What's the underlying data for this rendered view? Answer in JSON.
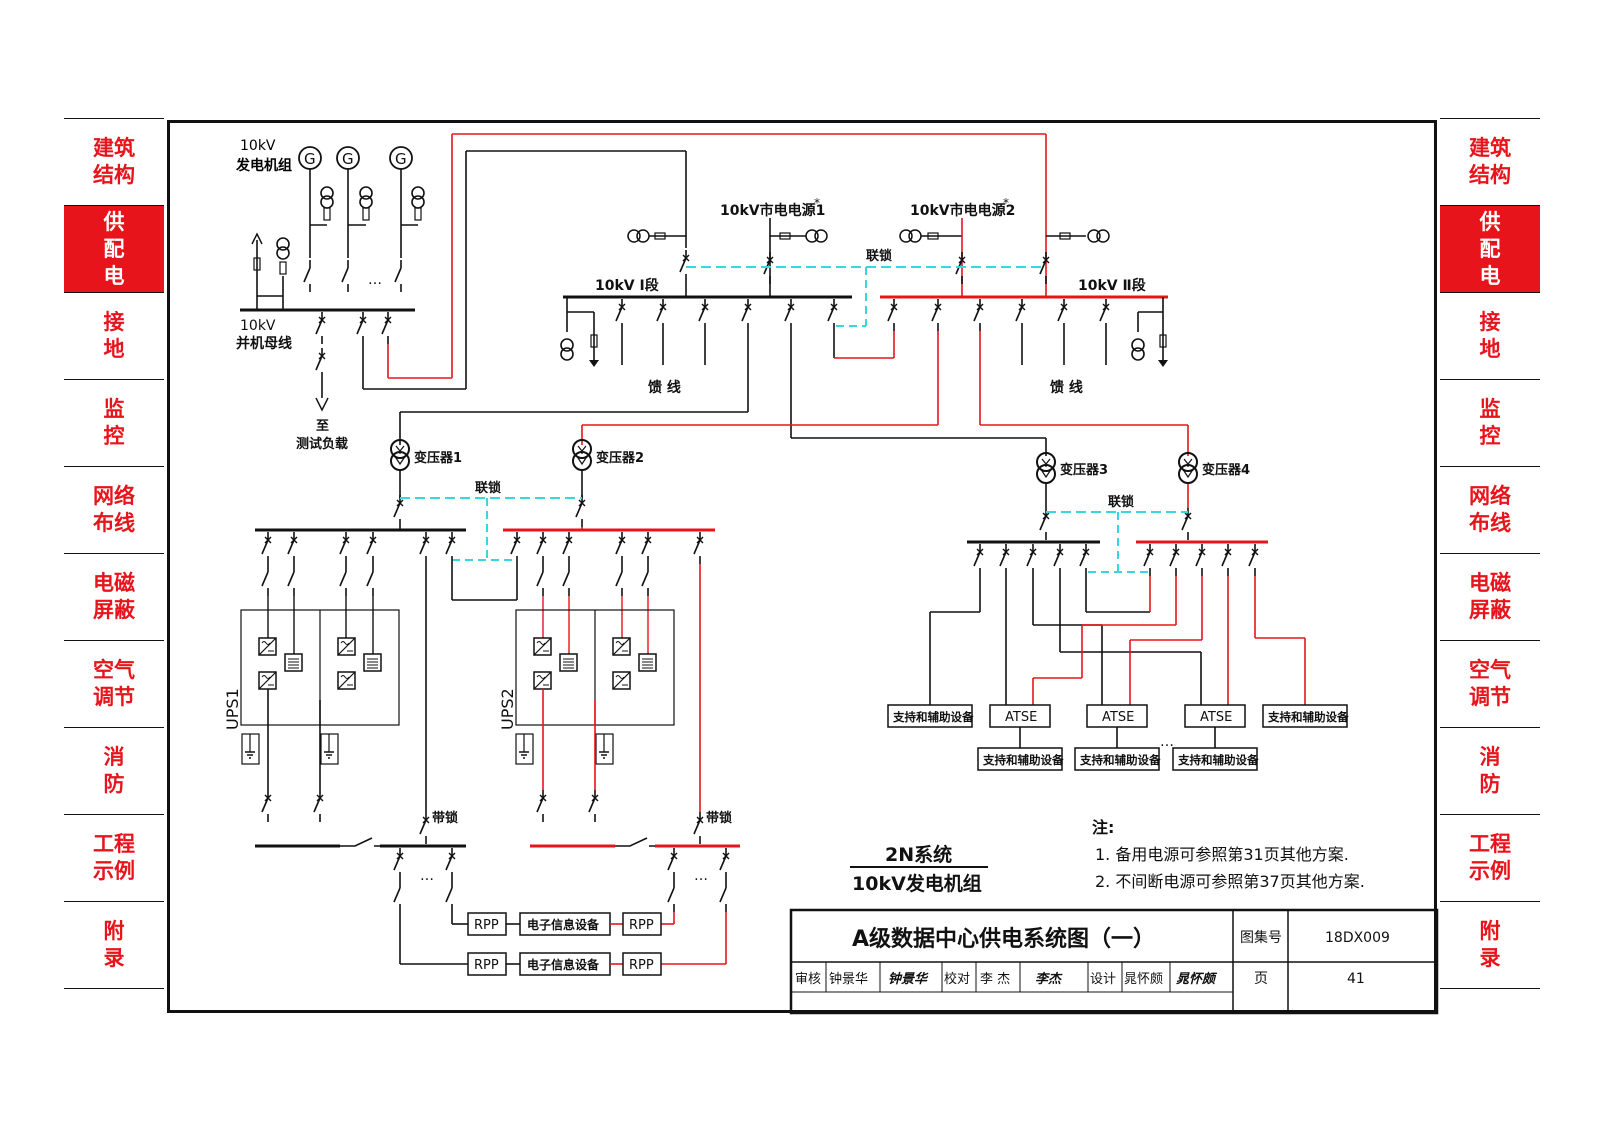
{
  "side_tabs_left": [
    {
      "label": "建筑结构"
    },
    {
      "label": "供配电"
    },
    {
      "label": "接地"
    },
    {
      "label": "监控"
    },
    {
      "label": "网络布线"
    },
    {
      "label": "电磁屏蔽"
    },
    {
      "label": "空气调节"
    },
    {
      "label": "消防"
    },
    {
      "label": "工程示例"
    },
    {
      "label": "附录"
    }
  ],
  "side_tabs_right": [
    {
      "label": "建筑结构"
    },
    {
      "label": "供配电"
    },
    {
      "label": "接地"
    },
    {
      "label": "监控"
    },
    {
      "label": "网络布线"
    },
    {
      "label": "电磁屏蔽"
    },
    {
      "label": "空气调节"
    },
    {
      "label": "消防"
    },
    {
      "label": "工程示例"
    },
    {
      "label": "附录"
    }
  ],
  "active_tab": "供配电",
  "colors": {
    "accent": "#e8141c",
    "line": "#111111",
    "red_line": "#e8141c",
    "tie_dashed": "#3ad6e0"
  },
  "diagram": {
    "gen_label_1": "10kV",
    "gen_label_2": "发电机组",
    "gen_symbol": "G",
    "bus_gen_label_1": "10kV",
    "bus_gen_label_2": "并机母线",
    "test_load_1": "至",
    "test_load_2": "测试负载",
    "utility_1": "10kV市电电源1",
    "utility_2": "10kV市电电源2",
    "star_mark": "*",
    "bus_I": "10kV Ⅰ段",
    "bus_II": "10kV Ⅱ段",
    "interlock": "联锁",
    "feeder_left": "馈 线",
    "feeder_right": "馈 线",
    "ellipsis": "…",
    "tr1": "变压器1",
    "tr2": "变压器2",
    "tr3": "变压器3",
    "tr4": "变压器4",
    "ups1": "UPS1",
    "ups2": "UPS2",
    "with_lock": "带锁",
    "rpp": "RPP",
    "it_equipment": "电子信息设备",
    "atse": "ATSE",
    "support_equipment": "支持和辅助设备"
  },
  "system": {
    "title": "2N系统",
    "subtitle": "10kV发电机组"
  },
  "notes": {
    "head": "注:",
    "n1": "1. 备用电源可参照第31页其他方案.",
    "n2": "2. 不间断电源可参照第37页其他方案."
  },
  "title_block": {
    "title": "A级数据中心供电系统图（一）",
    "atlas_label": "图集号",
    "atlas_no": "18DX009",
    "page_label": "页",
    "page_no": "41",
    "review_label": "审核",
    "reviewer": "钟景华",
    "review_sig": "钟景华",
    "check_label": "校对",
    "checker": "李 杰",
    "check_sig": "李杰",
    "design_label": "设计",
    "designer": "晁怀颇",
    "design_sig": "晁怀颇"
  }
}
